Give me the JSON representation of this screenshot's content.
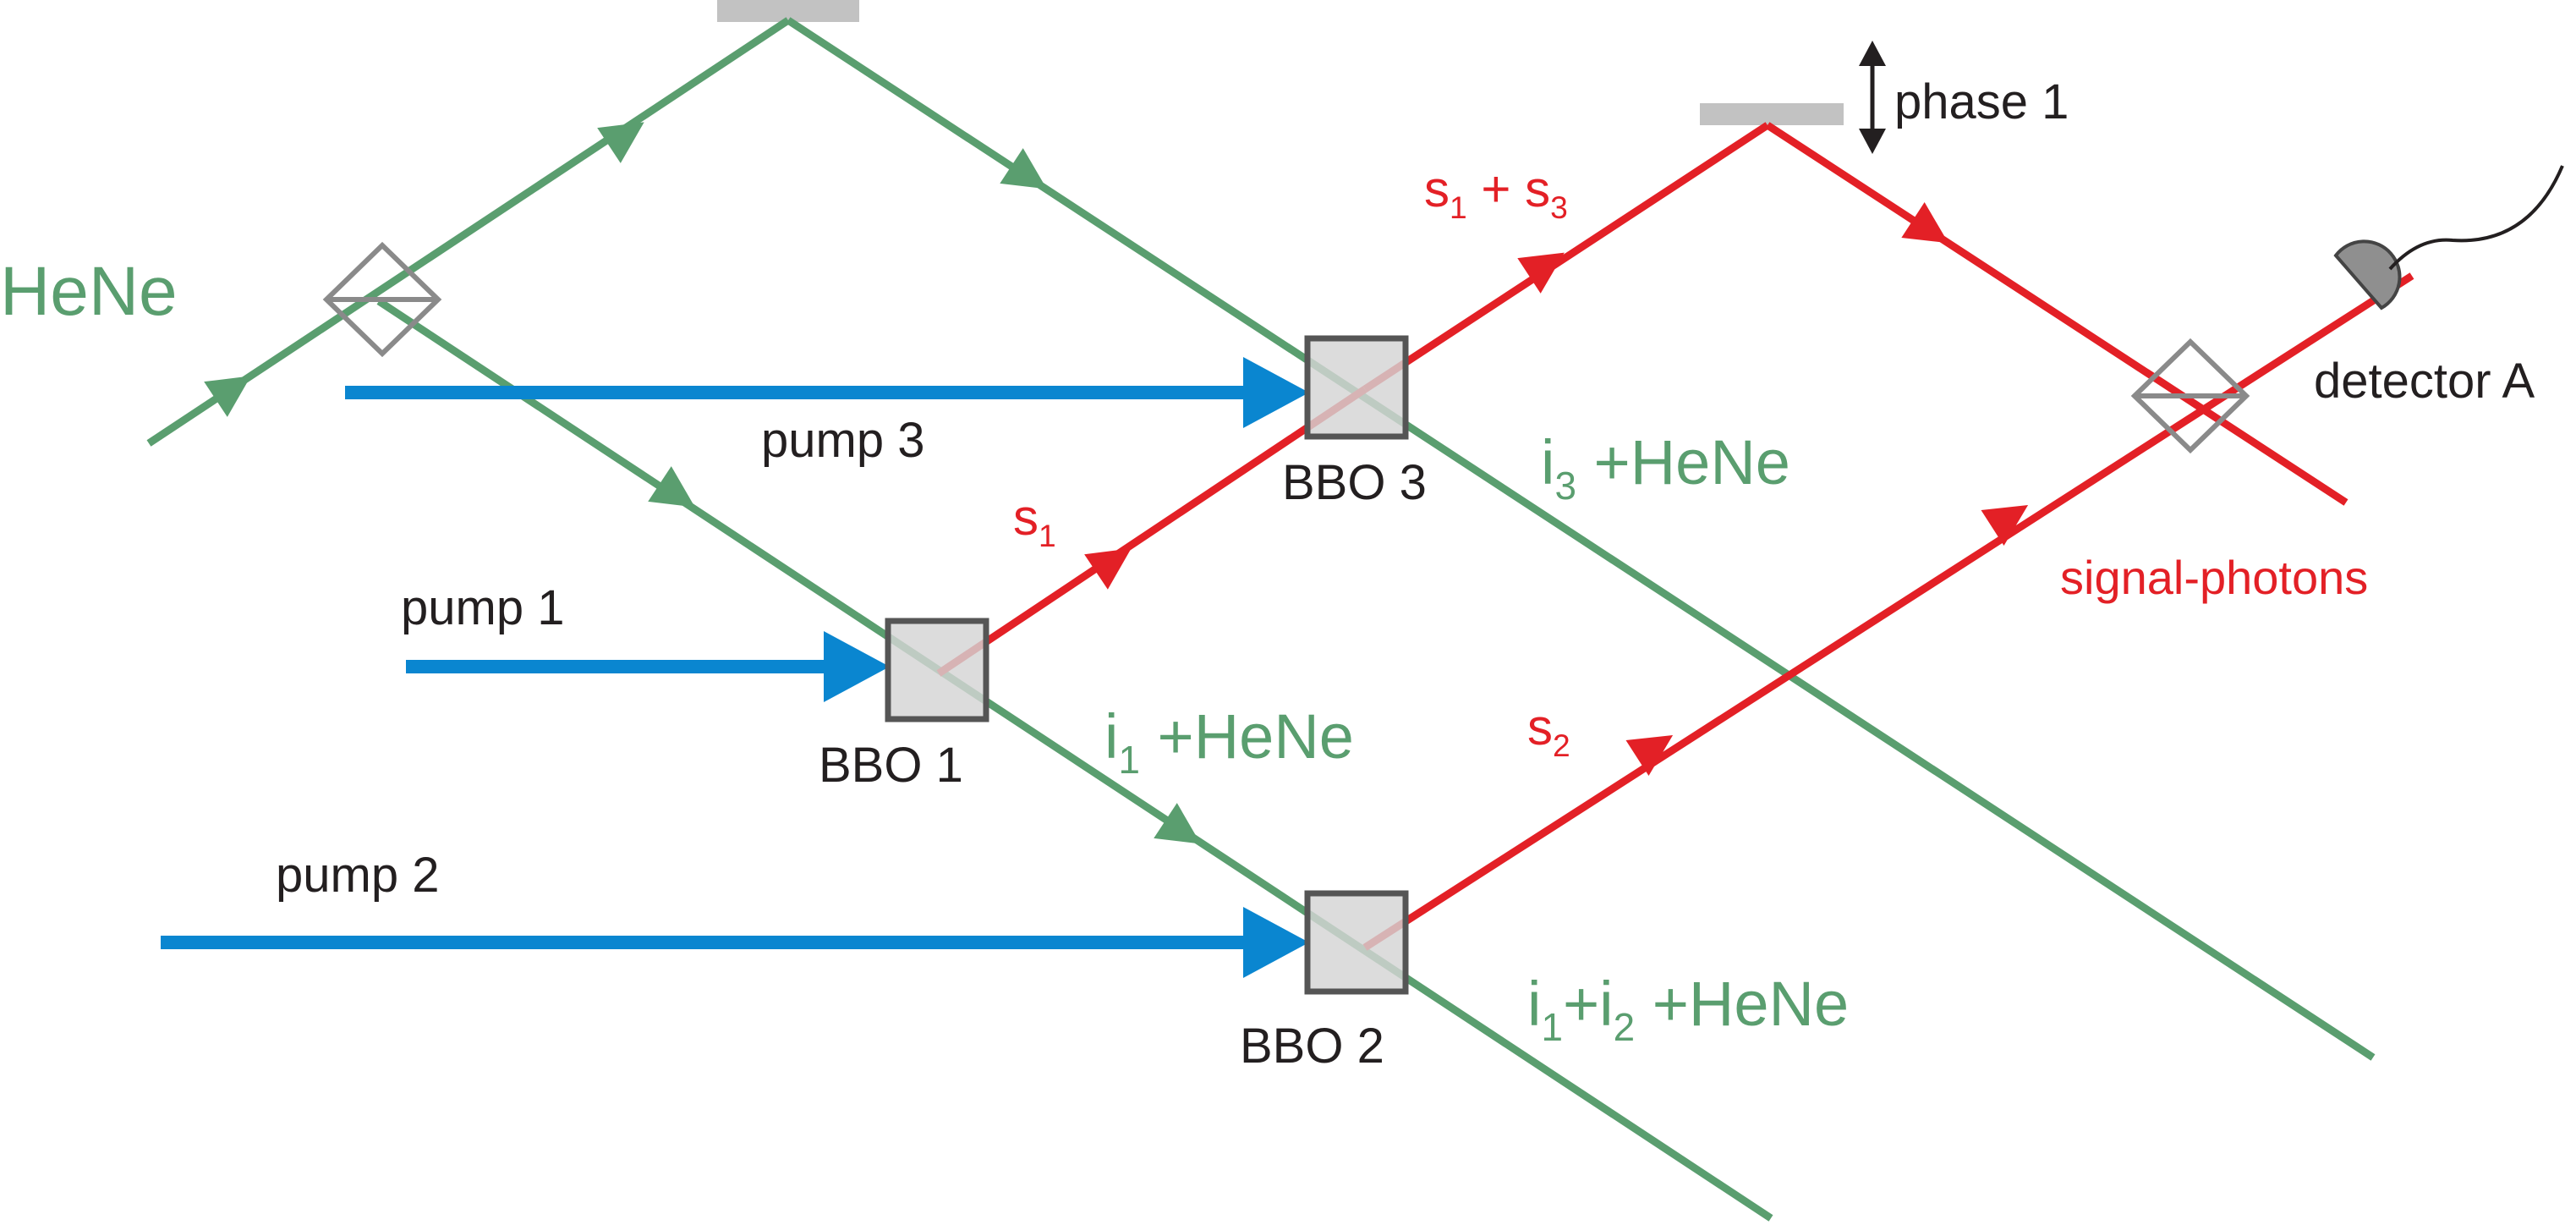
{
  "labels": {
    "hene": "HeNe",
    "pump1": "pump 1",
    "pump2": "pump 2",
    "pump3": "pump 3",
    "bbo1": "BBO 1",
    "bbo2": "BBO 2",
    "bbo3": "BBO 3",
    "phase1": "phase 1",
    "detector": "detector A",
    "signal_photons": "signal-photons",
    "s1": {
      "base": "s",
      "sub": "1"
    },
    "s2": {
      "base": "s",
      "sub": "2"
    },
    "s1s3": {
      "base1": "s",
      "sub1": "1",
      "mid": " + ",
      "base2": "s",
      "sub2": "3"
    },
    "i1_hene": {
      "base": "i",
      "sub": "1",
      "rest": " +HeNe"
    },
    "i3_hene": {
      "base": "i",
      "sub": "3",
      "rest": " +HeNe"
    },
    "i1i2_hene": {
      "base1": "i",
      "sub1": "1",
      "mid": "+i",
      "sub2": "2",
      "rest": " +HeNe"
    }
  },
  "colors": {
    "green": "#5a9e6f",
    "red": "#e32026",
    "blue": "#0a86d0",
    "dark": "#231f20",
    "crystal_fill": "#d4d4d4",
    "crystal_stroke": "#555555",
    "mirror": "#c2c2c2",
    "splitter": "#8a8a8a"
  }
}
